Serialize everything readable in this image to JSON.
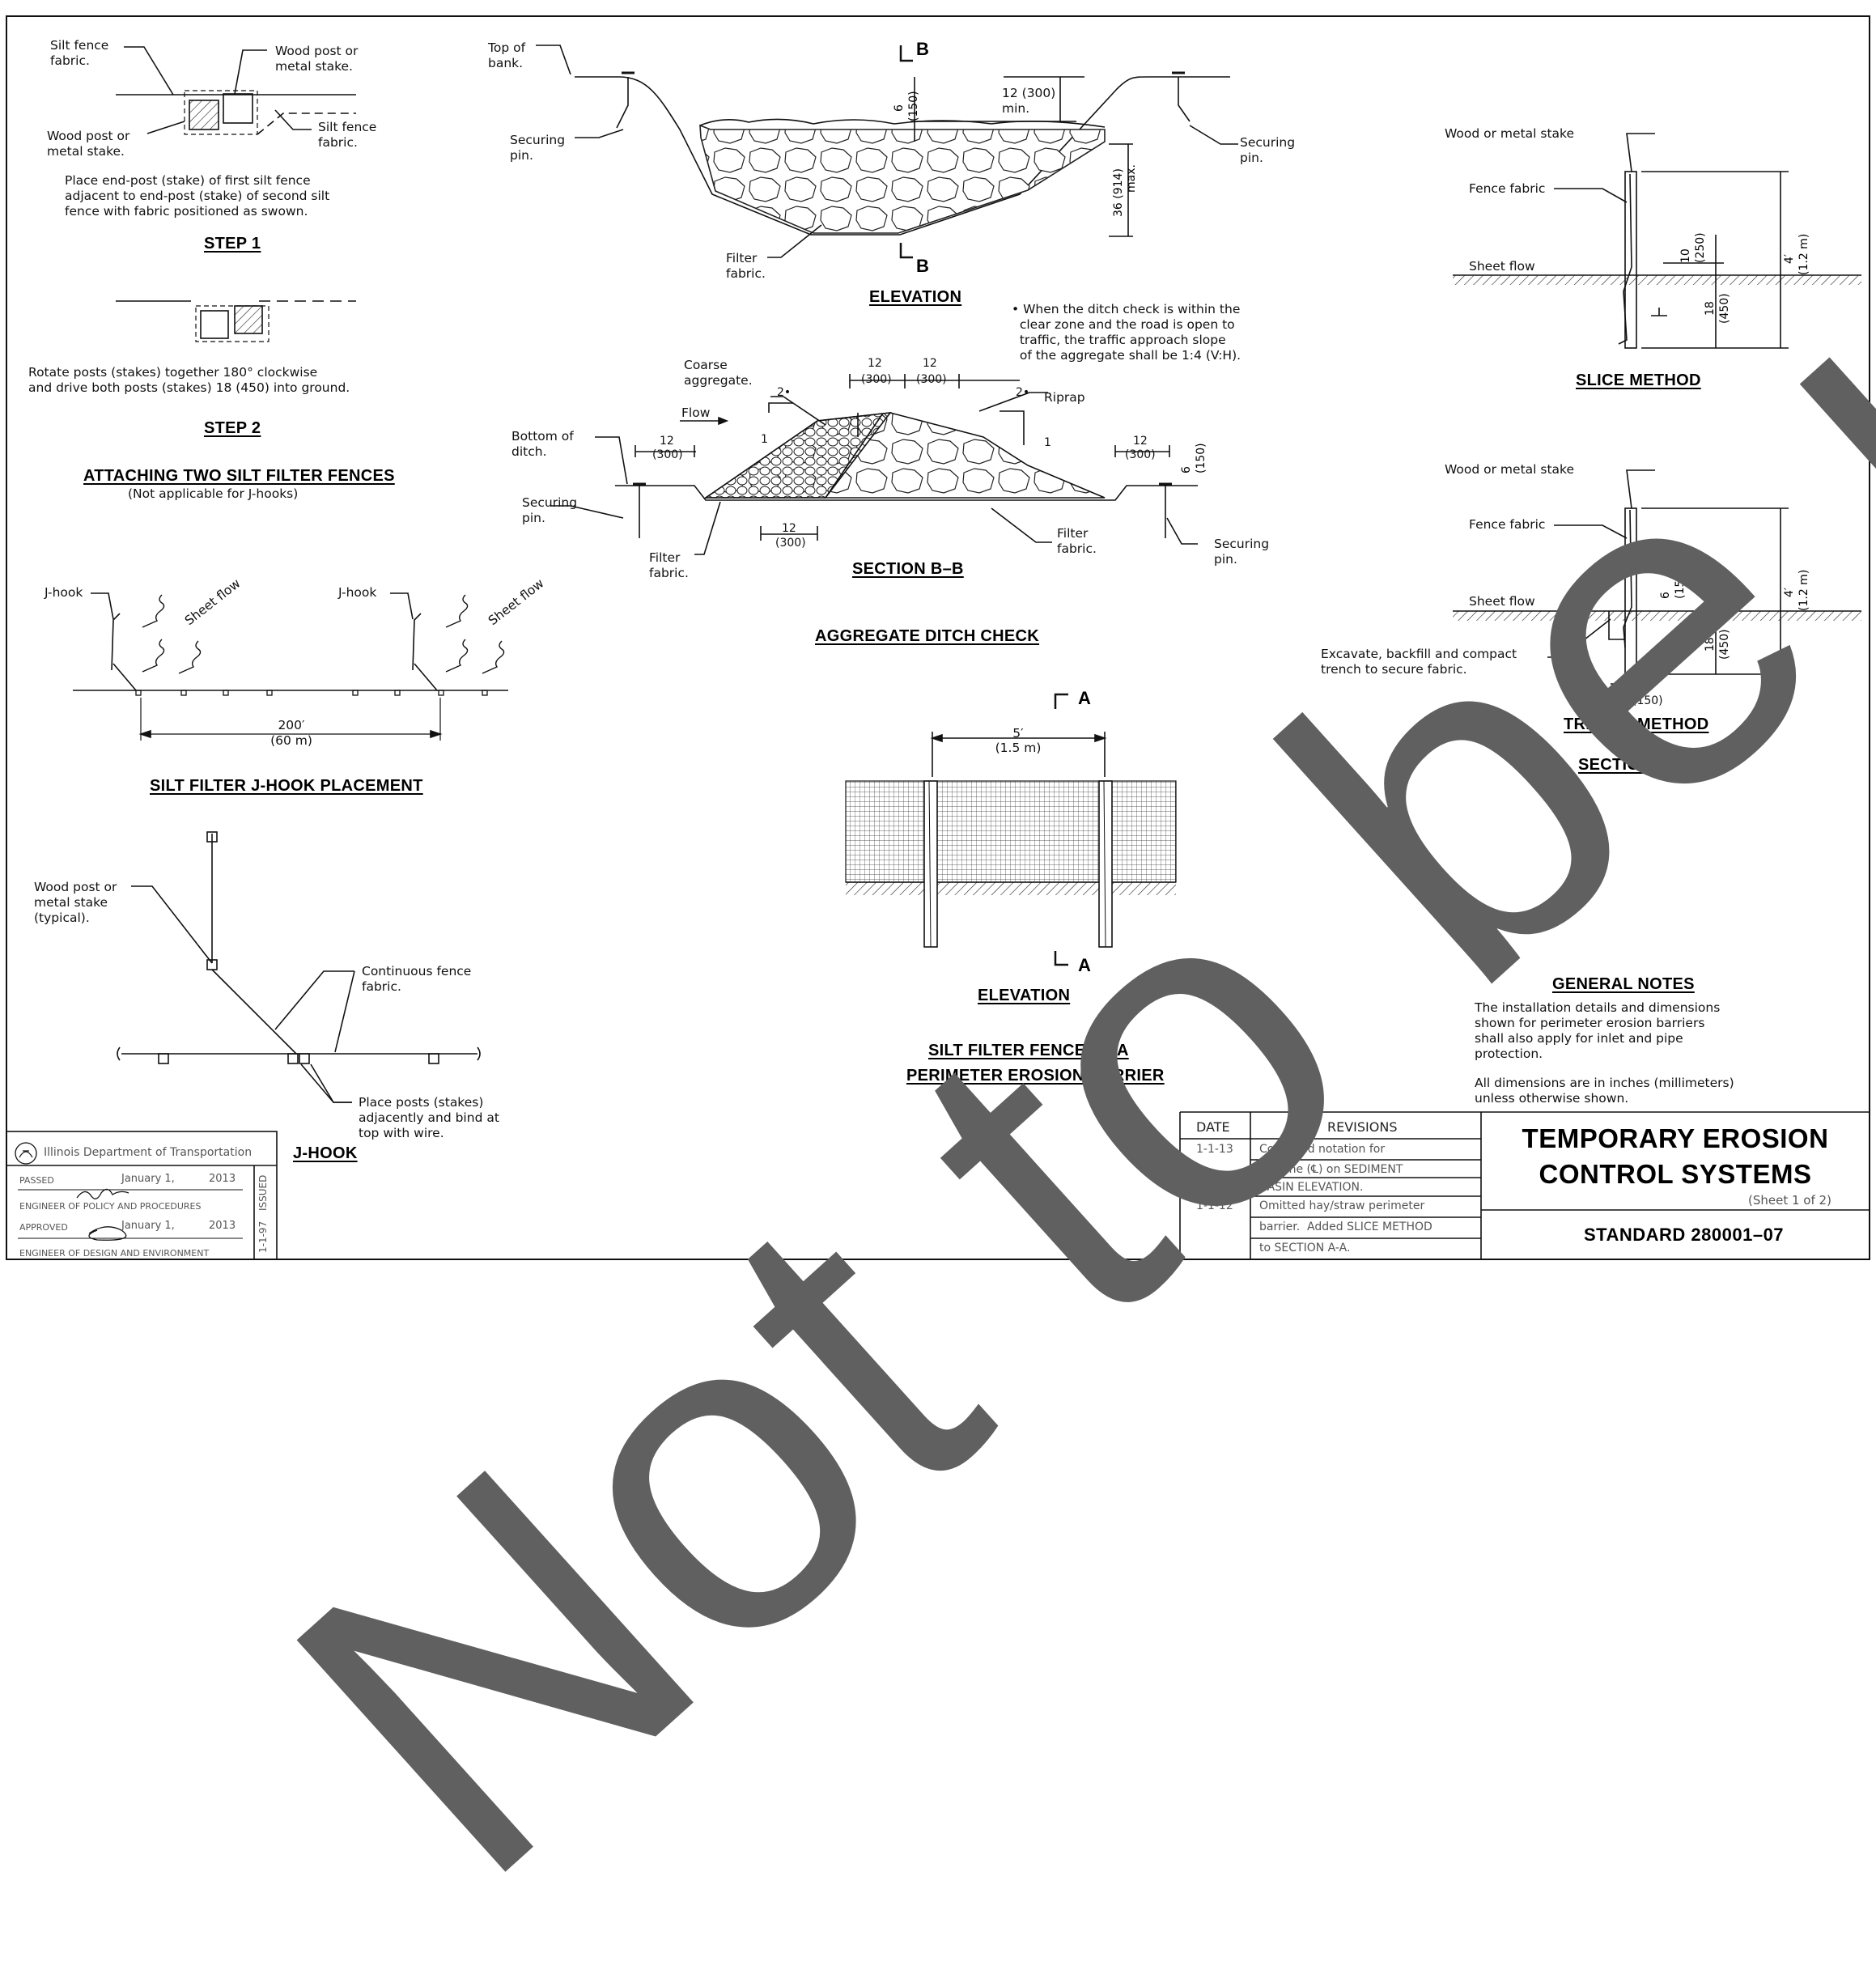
{
  "watermark": "Not to be used",
  "step1": {
    "label_fabric_top": "Silt fence\nfabric.",
    "label_post_top": "Wood post or\nmetal stake.",
    "label_post_left": "Wood post or\nmetal stake.",
    "label_fabric_right": "Silt fence\nfabric.",
    "note": "Place end-post (stake) of first silt fence\nadjacent to end-post (stake) of second silt\nfence with fabric positioned as swown.",
    "heading": "STEP 1"
  },
  "step2": {
    "note": "Rotate posts (stakes) together 180° clockwise\nand drive both posts (stakes) 18 (450) into ground.",
    "heading": "STEP 2"
  },
  "attaching": {
    "heading": "ATTACHING TWO SILT FILTER FENCES",
    "subheading": "(Not applicable for J-hooks)"
  },
  "jhook_placement": {
    "jhook_label_1": "J-hook",
    "jhook_label_2": "J-hook",
    "sheet_flow_1": "Sheet flow",
    "sheet_flow_2": "Sheet flow",
    "dim": "200′",
    "dim_metric": "(60 m)",
    "heading": "SILT FILTER J-HOOK PLACEMENT"
  },
  "jhook": {
    "post_label": "Wood post or\nmetal stake\n(typical).",
    "fabric_label": "Continuous fence\nfabric.",
    "posts_label": "Place posts (stakes)\nadjacently and bind at\ntop with wire.",
    "heading": "J-HOOK"
  },
  "ditch_elevation": {
    "top_of_bank": "Top of\nbank.",
    "securing_pin_left": "Securing\npin.",
    "securing_pin_right": "Securing\npin.",
    "filter_fabric": "Filter\nfabric.",
    "dim_6": "6",
    "dim_6_metric": "(150)",
    "dim_12": "12 (300)",
    "dim_12_min": "min.",
    "dim_36": "36 (914)",
    "dim_36_max": "max.",
    "section_mark": "B",
    "heading": "ELEVATION"
  },
  "ditch_note": "• When the ditch check is within the\n  clear zone and the road is open to\n  traffic, the traffic approach slope\n  of the aggregate shall be 1:4 (V:H).",
  "section_bb": {
    "coarse": "Coarse\naggregate.",
    "riprap": "Riprap",
    "flow": "Flow",
    "bottom_of_ditch": "Bottom of\nditch.",
    "securing_pin_left": "Securing\npin.",
    "securing_pin_right": "Securing\npin.",
    "filter_left": "Filter\nfabric.",
    "filter_right": "Filter\nfabric.",
    "dim_12": "12",
    "dim_300": "(300)",
    "dim_6": "6",
    "dim_150": "(150)",
    "slope_h": "2•",
    "slope_v": "1",
    "heading": "SECTION B–B"
  },
  "aggregate_heading": "AGGREGATE DITCH CHECK",
  "fence_elevation": {
    "dim": "5′",
    "dim_metric": "(1.5 m)",
    "section_mark": "A",
    "heading": "ELEVATION",
    "title_line1": "SILT FILTER FENCE AS A",
    "title_line2": "PERIMETER EROSION BARRIER"
  },
  "slice": {
    "stake": "Wood or metal stake",
    "fabric": "Fence fabric",
    "sheet_flow": "Sheet flow",
    "dim_10": "10",
    "dim_250": "(250)",
    "dim_18": "18",
    "dim_450": "(450)",
    "dim_4": "4′",
    "dim_12m": "(1.2 m)",
    "heading": "SLICE METHOD"
  },
  "trench": {
    "stake": "Wood or metal stake",
    "fabric": "Fence fabric",
    "sheet_flow": "Sheet flow",
    "excavate": "Excavate, backfill and compact\ntrench to secure fabric.",
    "dim_6": "6",
    "dim_150": "(150)",
    "dim_18": "18",
    "dim_450": "(450)",
    "dim_4": "4′",
    "dim_12m": "(1.2 m)",
    "dim_6b": "6",
    "dim_150b": "(150)",
    "heading": "TRENCH METHOD",
    "section": "SECTION A–A"
  },
  "general_notes": {
    "heading": "GENERAL NOTES",
    "p1": "The installation details and dimensions\nshown for perimeter erosion barriers\nshall also apply for inlet and pipe\nprotection.",
    "p2": "All dimensions are in inches (millimeters)\nunless otherwise shown."
  },
  "idot": {
    "agency": "Illinois Department of Transportation",
    "passed": "PASSED",
    "passed_date": "January 1,",
    "passed_year": "2013",
    "eng_policy": "ENGINEER OF POLICY AND PROCEDURES",
    "approved": "APPROVED",
    "approved_date": "January 1,",
    "approved_year": "2013",
    "eng_design": "ENGINEER OF DESIGN AND ENVIRONMENT",
    "issued": "ISSUED",
    "issued_date": "1-1-97"
  },
  "revisions": {
    "col_date": "DATE",
    "col_rev": "REVISIONS",
    "rows": [
      {
        "date": "1-1-13",
        "text": "Corrected notation for"
      },
      {
        "date": "",
        "text": "flowline (℄) on SEDIMENT"
      },
      {
        "date": "",
        "text": "BASIN ELEVATION."
      },
      {
        "date": "1-1-12",
        "text": "Omitted hay/straw perimeter"
      },
      {
        "date": "",
        "text": "barrier.  Added SLICE METHOD"
      },
      {
        "date": "",
        "text": "to SECTION A-A."
      }
    ]
  },
  "title_block": {
    "title": "TEMPORARY EROSION\nCONTROL SYSTEMS",
    "sheet": "(Sheet 1 of 2)",
    "standard": "STANDARD  280001–07"
  }
}
